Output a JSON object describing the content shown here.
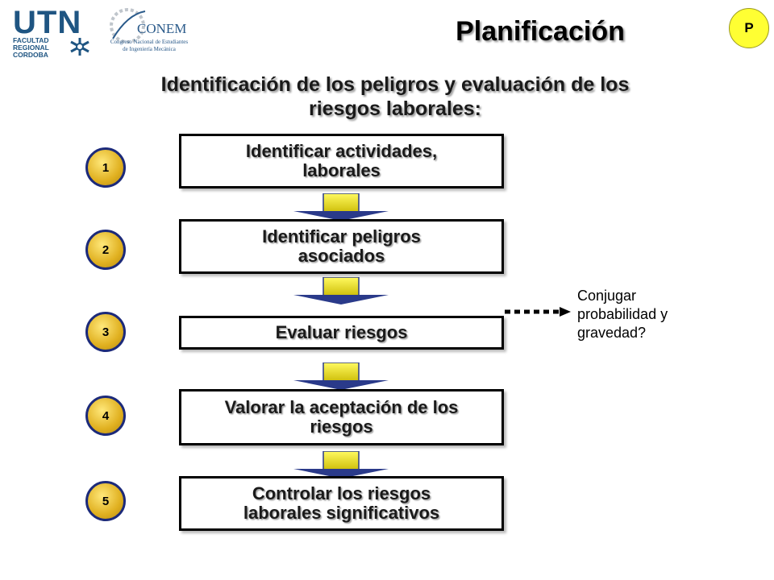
{
  "header": {
    "title": "Planificación",
    "subtitle_line1": "Identificación de los peligros y evaluación de los",
    "subtitle_line2": "riesgos laborales:",
    "badge": "P"
  },
  "logos": {
    "utn": {
      "word": "UTN",
      "lines": [
        "FACULTAD",
        "REGIONAL",
        "CORDOBA"
      ]
    },
    "conem": {
      "word": "CONEM",
      "lines": [
        "Congreso Nacional de Estudiantes",
        "de Ingeniería Mecánica"
      ]
    }
  },
  "steps": [
    {
      "number": "1",
      "line1": "Identificar actividades,",
      "line2": "laborales"
    },
    {
      "number": "2",
      "line1": "Identificar peligros",
      "line2": "asociados"
    },
    {
      "number": "3",
      "line1": "Evaluar riesgos",
      "line2": ""
    },
    {
      "number": "4",
      "line1": "Valorar la aceptación de los",
      "line2": "riesgos"
    },
    {
      "number": "5",
      "line1": "Controlar los riesgos",
      "line2": "laborales significativos"
    }
  ],
  "note": {
    "line1": "Conjugar",
    "line2": "probabilidad y",
    "line3": "gravedad?"
  },
  "colors": {
    "step_circle_fill": "#e0b020",
    "step_circle_border": "#1c2a7a",
    "arrow_fill": "#e8e020",
    "arrow_head": "#2a3a8a",
    "badge_fill": "#ffff33",
    "logo_blue": "#1f5582"
  }
}
